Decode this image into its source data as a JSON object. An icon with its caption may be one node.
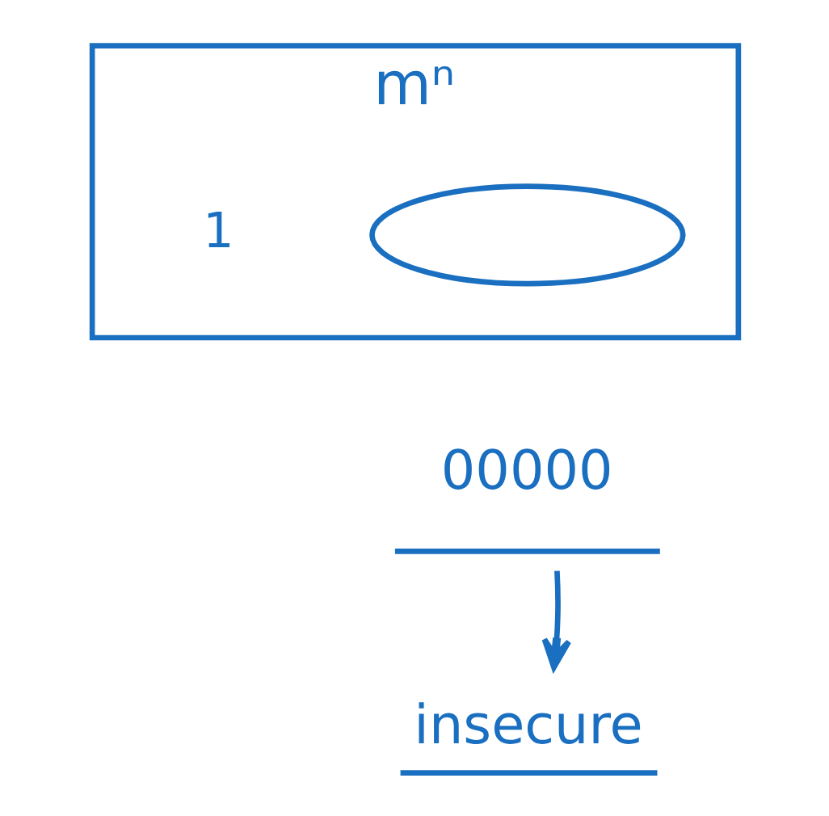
{
  "diagram": {
    "nodes": [
      {
        "text": [
          "mⁿ"
        ],
        "beside": [
          "1"
        ]
      },
      {
        "text": [],
        "shape": "ellipse",
        "in": 0
      },
      {
        "text": [
          "00000"
        ]
      },
      {
        "text": [
          "insecure"
        ]
      }
    ],
    "edges": [
      {
        "from": 2,
        "to": 3,
        "arrow": "to"
      }
    ]
  }
}
